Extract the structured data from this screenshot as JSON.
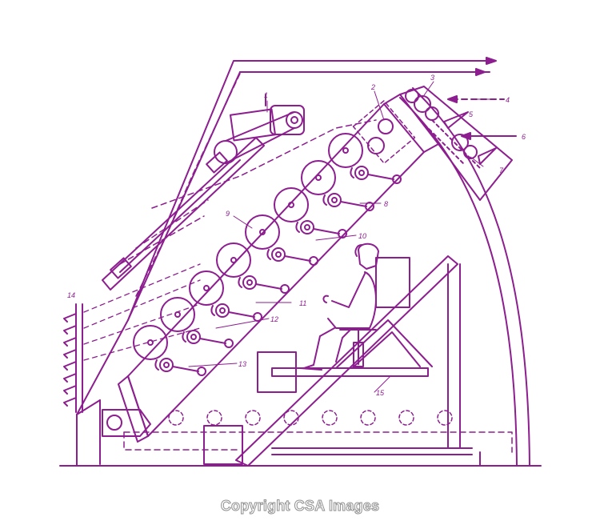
{
  "colors": {
    "line": "#8d1e8f",
    "background": "#ffffff",
    "credit_outline": "#8f8f8f"
  },
  "labels": [
    "1",
    "2",
    "3",
    "4",
    "5",
    "6",
    "7",
    "8",
    "9",
    "10",
    "11",
    "12",
    "13",
    "14",
    "15"
  ],
  "credit": "Copyright CSA Images"
}
